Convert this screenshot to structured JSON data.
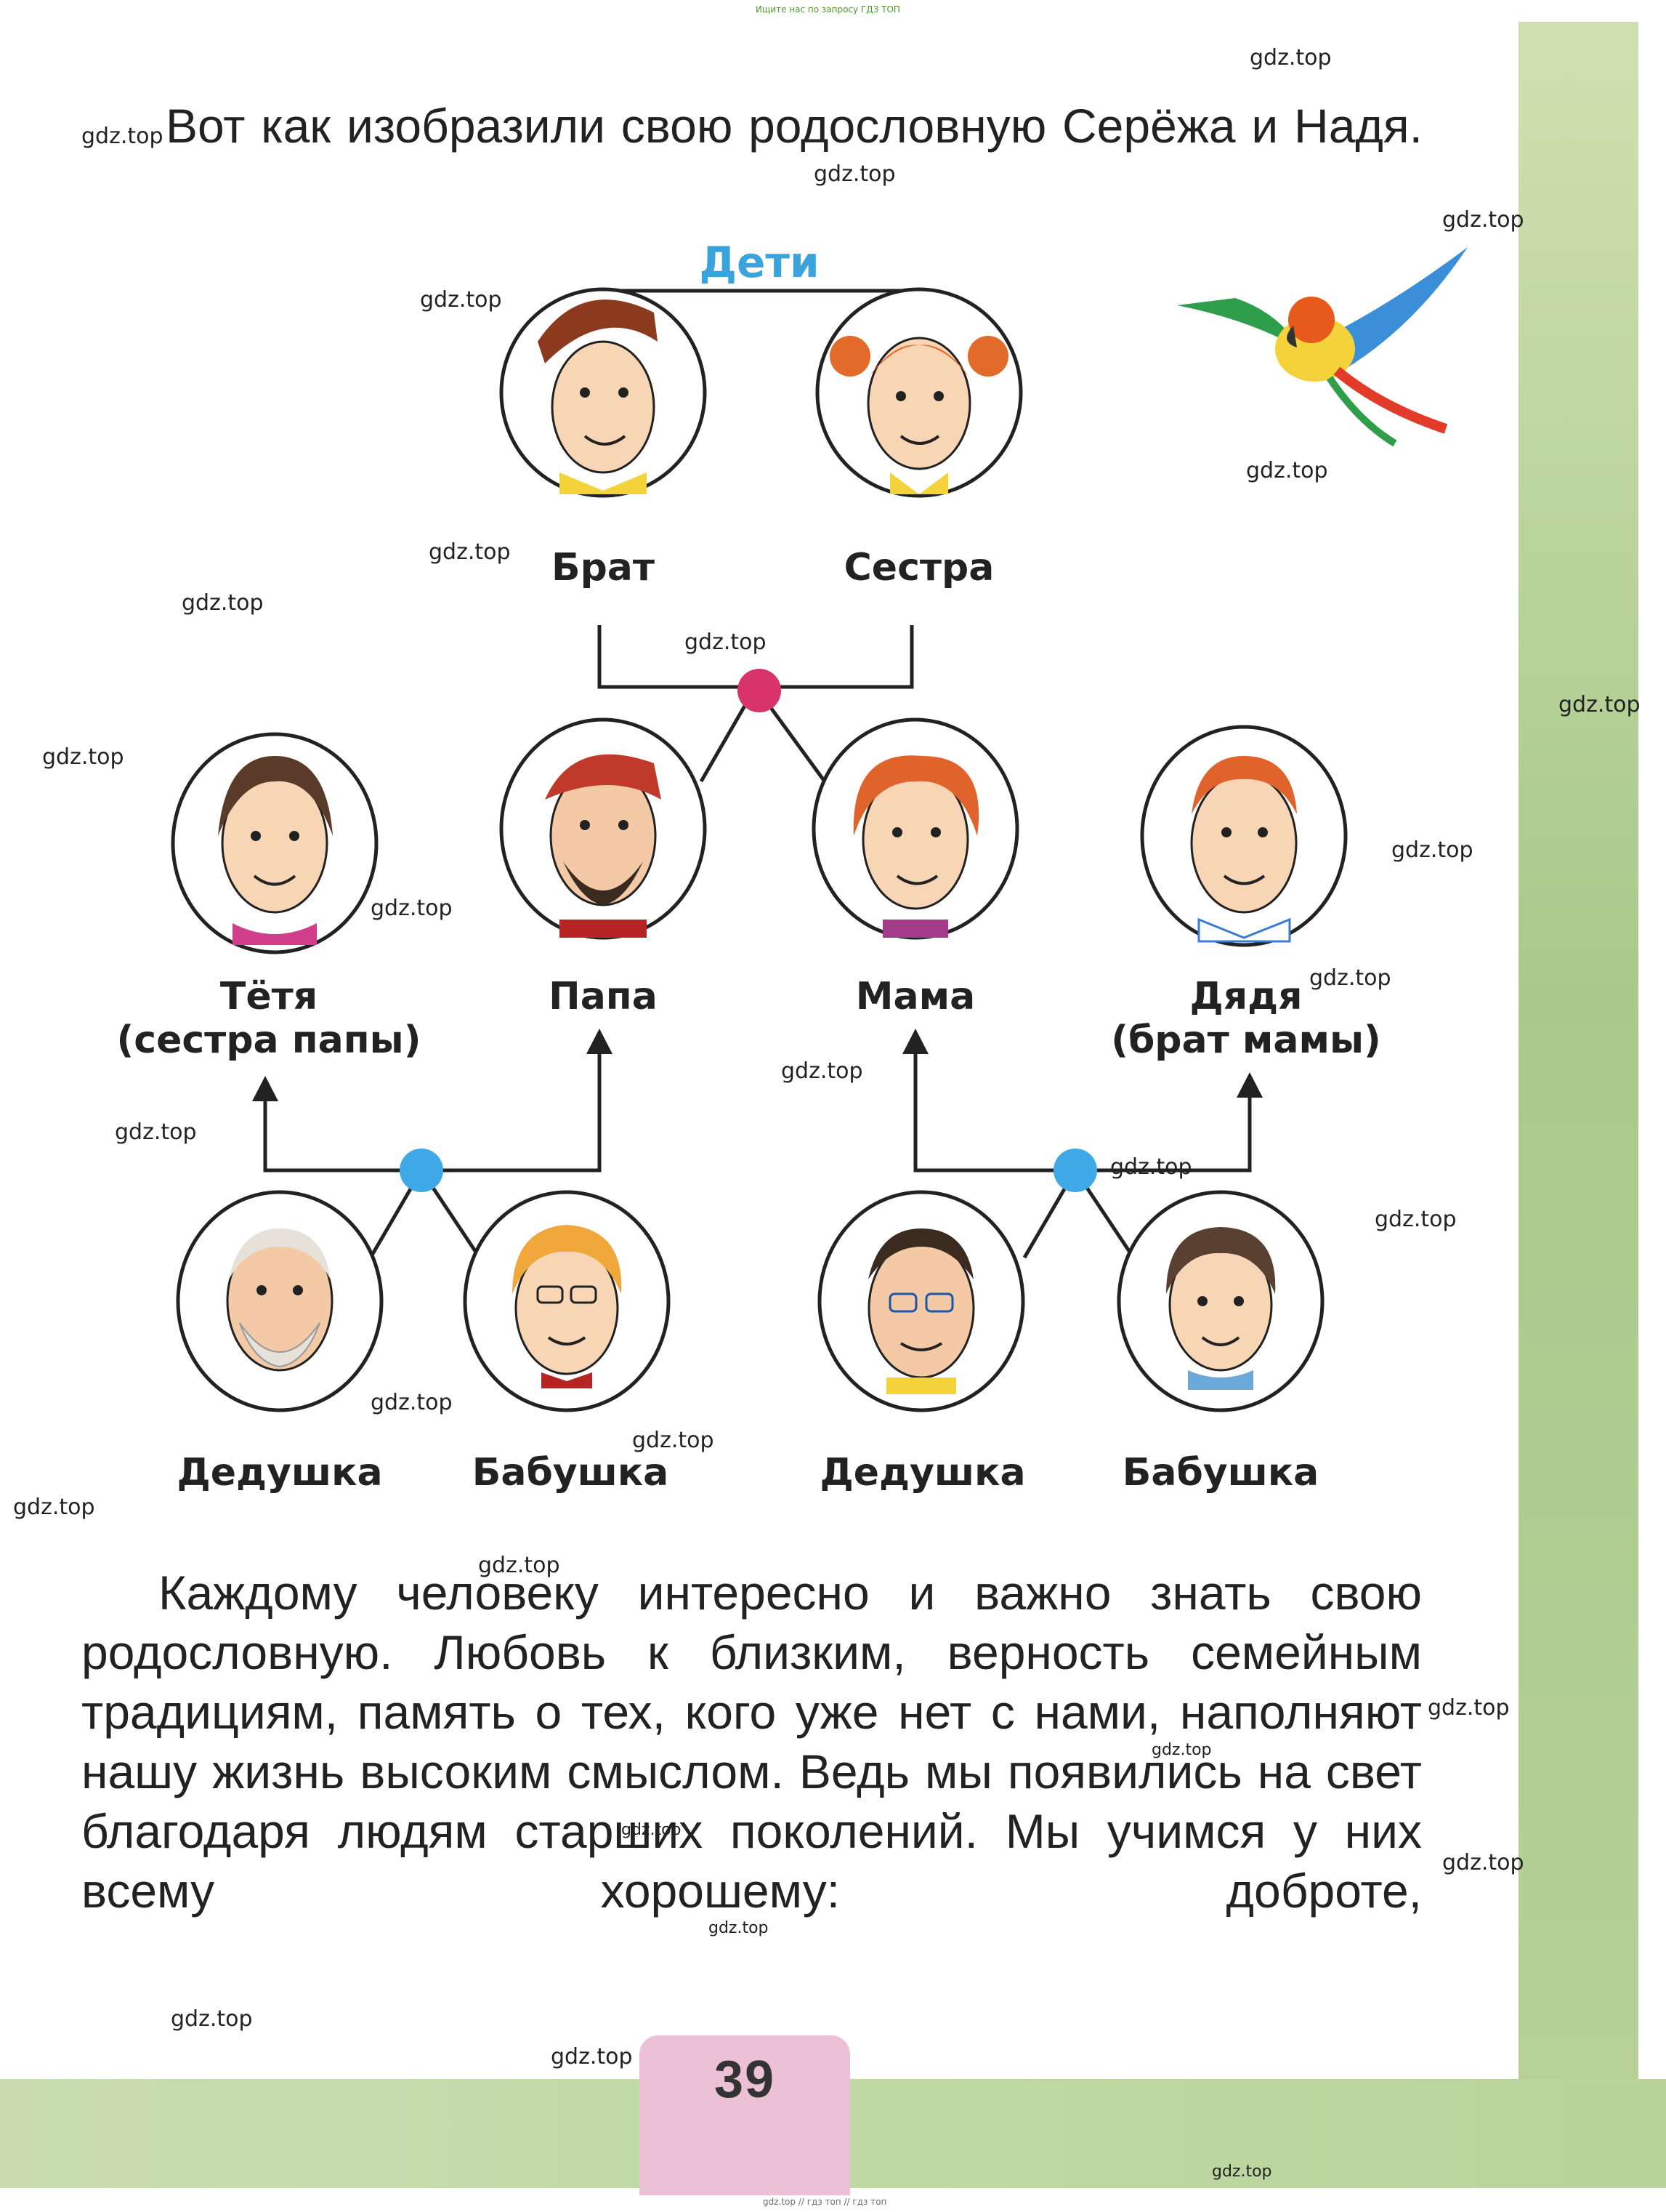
{
  "header_note": "Ищите нас по запросу ГДЗ ТОП",
  "footer_note": "gdz.top // гдз топ // гдз топ",
  "intro": "Вот как изобразили свою родословную Серёжа и Надя.",
  "tree": {
    "children_label": "Дети",
    "brother": "Брат",
    "sister": "Сестра",
    "aunt": "Тётя",
    "aunt_note": "(сестра папы)",
    "father": "Папа",
    "mother": "Мама",
    "uncle": "Дядя",
    "uncle_note": "(брат мамы)",
    "grandfather_paternal": "Дедушка",
    "grandmother_paternal": "Бабушка",
    "grandfather_maternal": "Дедушка",
    "grandmother_maternal": "Бабушка"
  },
  "paragraph": "Каждому человеку интересно и важно знать свою родословную. Любовь к близким, верность семейным традициям, память о тех, кого уже нет с нами, наполняют нашу жизнь высоким смыслом. Ведь мы появились на свет благодаря людям старших поколений. Мы учимся у них всему хорошему: доброте,",
  "page_number": "39",
  "watermark": "gdz.top",
  "colors": {
    "children_label": "#3ba3dc",
    "parents_node": "#d8336a",
    "grandparents_node": "#3fa9e8",
    "page_tab": "#ecc1d6",
    "side_band": "#a9c98a"
  }
}
